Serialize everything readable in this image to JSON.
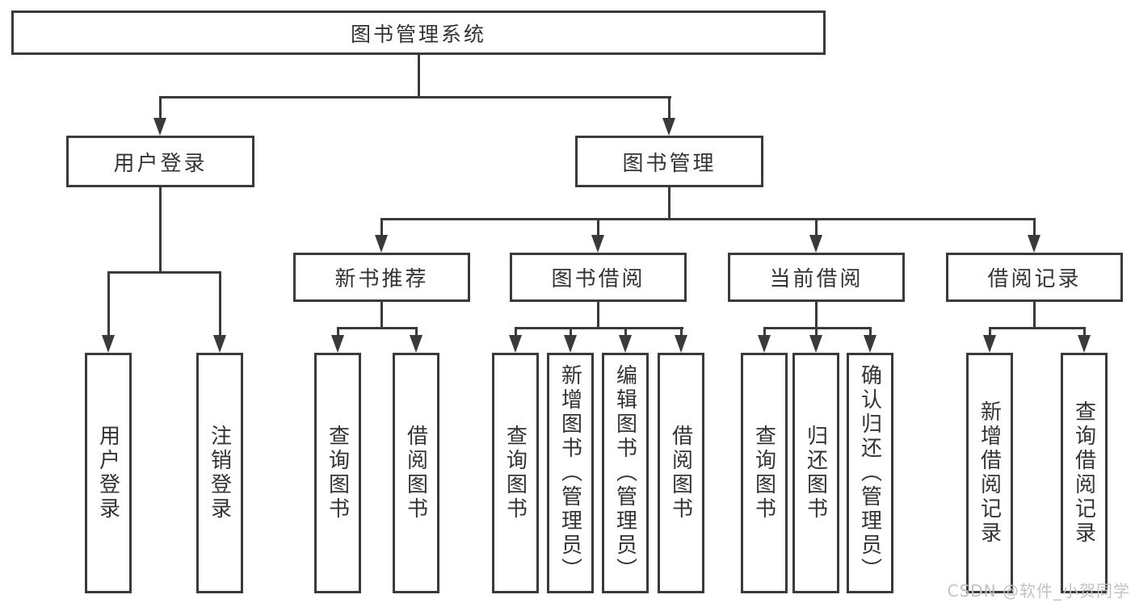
{
  "diagram": {
    "root": {
      "label": "图书管理系统"
    },
    "level2": [
      {
        "label": "用户登录"
      },
      {
        "label": "图书管理"
      }
    ],
    "level3": [
      {
        "label": "新书推荐"
      },
      {
        "label": "图书借阅"
      },
      {
        "label": "当前借阅"
      },
      {
        "label": "借阅记录"
      }
    ],
    "leaves": {
      "user_login": [
        "用户登录",
        "注销登录"
      ],
      "new_book": [
        "查询图书",
        "借阅图书"
      ],
      "book_borrow": [
        "查询图书",
        "新增图书（管理员）",
        "编辑图书（管理员）",
        "借阅图书"
      ],
      "current_borrow": [
        "查询图书",
        "归还图书",
        "确认归还（管理员）"
      ],
      "borrow_records": [
        "新增借阅记录",
        "查询借阅记录"
      ]
    }
  },
  "watermark": {
    "text": "CSDN @软件_小贺同学"
  },
  "colors": {
    "line": "#3a3a3a",
    "text": "#333333",
    "background": "#ffffff",
    "watermark": "#bfc3c9"
  }
}
